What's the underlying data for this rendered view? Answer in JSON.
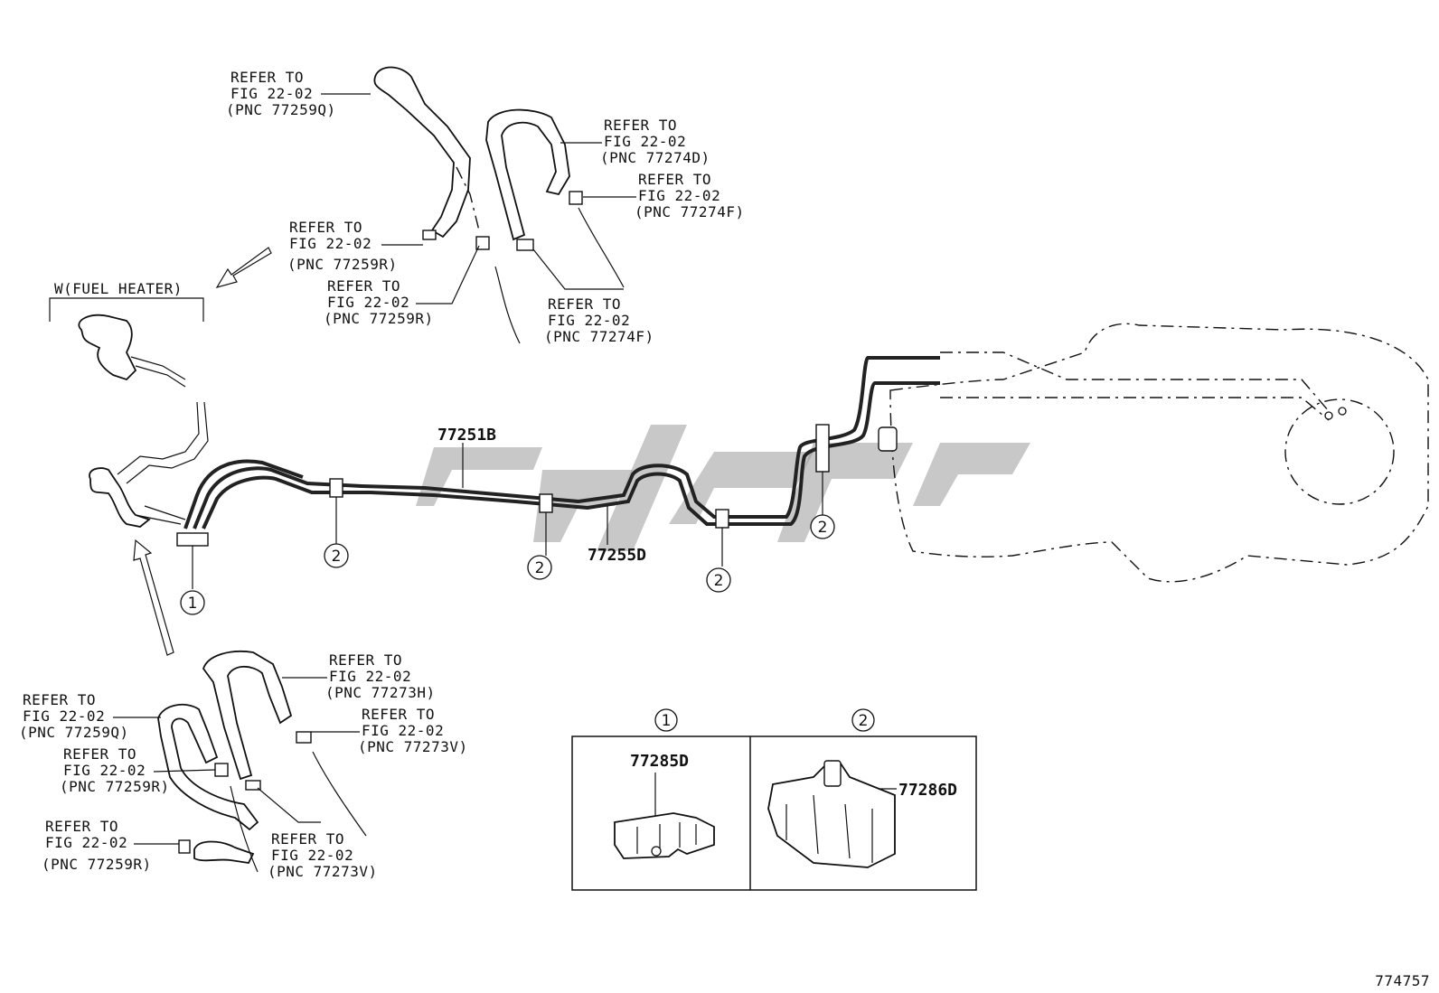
{
  "labels": {
    "fuel_heater": "W(FUEL HEATER)",
    "refer_top_left": [
      "REFER TO",
      "FIG 22-02",
      "(PNC 77259Q)"
    ],
    "refer_top_right1": [
      "REFER TO",
      "FIG 22-02",
      "(PNC 77274D)"
    ],
    "refer_top_right2": [
      "REFER TO",
      "FIG 22-02",
      "(PNC 77274F)"
    ],
    "refer_mid_left": [
      "REFER TO",
      "FIG 22-02",
      "(PNC 77259R)"
    ],
    "refer_mid_center": [
      "REFER TO",
      "FIG 22-02",
      "(PNC 77259R)"
    ],
    "refer_mid_right": [
      "REFER TO",
      "FIG 22-02",
      "(PNC 77274F)"
    ],
    "refer_bot_right1": [
      "REFER TO",
      "FIG 22-02",
      "(PNC 77273H)"
    ],
    "refer_bot_right2": [
      "REFER TO",
      "FIG 22-02",
      "(PNC 77273V)"
    ],
    "refer_bot_left1": [
      "REFER TO",
      "FIG 22-02",
      "(PNC 77259Q)"
    ],
    "refer_bot_left2": [
      "REFER TO",
      "FIG 22-02",
      "(PNC 77259R)"
    ],
    "refer_bot_left3": [
      "REFER TO",
      "FIG 22-02",
      "(PNC 77259R)"
    ],
    "refer_bot_center": [
      "REFER TO",
      "FIG 22-02",
      "(PNC 77273V)"
    ]
  },
  "parts": {
    "tube_main": "77251B",
    "tube_return": "77255D",
    "clamp_1": "77285D",
    "clamp_2": "77286D"
  },
  "callouts": {
    "one": "1",
    "two": "2"
  },
  "figure_id": "774757"
}
